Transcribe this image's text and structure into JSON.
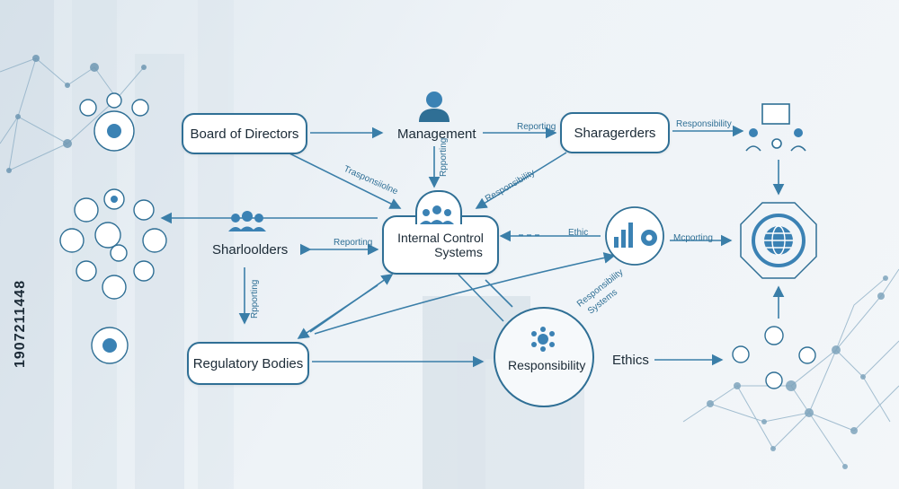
{
  "nodes": {
    "board": "Board of Directors",
    "management": "Management",
    "sharagerders": "Sharagerders",
    "sharloolders": "Sharloolders",
    "internal_control_line1": "Internal Control",
    "internal_control_line2": "Systems",
    "regulatory": "Regulatory Bodies",
    "responsibility": "Responsibility",
    "ethics": "Ethics"
  },
  "edge_labels": {
    "reporting_top": "Reporting",
    "responsibility_top": "Responsibility",
    "trasponsiiolne": "Trasponsiiolne",
    "reporting_vertical_mgmt": "Rpporting",
    "responsibility_diag": "Responsibility",
    "reporting_mid": "Reporting",
    "ethic": "Ethic",
    "mcporting": "Mcporting",
    "reporting_vertical_left": "Rpporting",
    "responsibility_systems_1": "Responsibility",
    "responsibility_systems_2": "Systems"
  },
  "watermark_id": "1907211448",
  "icons": {
    "management": "manager-person-icon",
    "internal_control": "group-people-icon",
    "sharloolders": "group-people-icon",
    "responsibility": "gear-cluster-icon",
    "chart": "bar-chart-gear-icon",
    "globe": "globe-network-icon",
    "meeting": "meeting-presentation-icon"
  },
  "colors": {
    "accent": "#2f6f95",
    "icon_blue": "#3b82b4",
    "text": "#1b2a36"
  }
}
